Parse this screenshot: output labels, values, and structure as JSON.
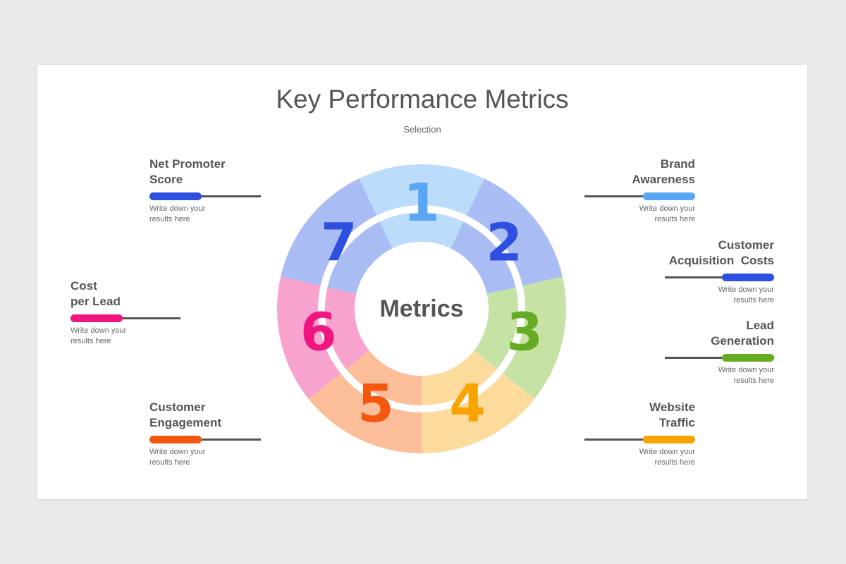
{
  "title": "Key Performance Metrics",
  "subtitle": "Selection",
  "center_label": "Metrics",
  "segments": [
    {
      "number": "1",
      "color": "#5aa5f5",
      "fill": "#bcdcfb",
      "label_lines": [
        "Brand",
        "Awareness"
      ],
      "desc_lines": [
        "Write down your",
        "results here"
      ]
    },
    {
      "number": "2",
      "color": "#2e4fe0",
      "fill": "#aabcf4",
      "label_lines": [
        "Customer",
        "Acquisition  Costs"
      ],
      "desc_lines": [
        "Write down your",
        "results here"
      ]
    },
    {
      "number": "3",
      "color": "#66ac22",
      "fill": "#c6e2a5",
      "label_lines": [
        "Lead",
        "Generation"
      ],
      "desc_lines": [
        "Write down your",
        "results here"
      ]
    },
    {
      "number": "4",
      "color": "#f8a300",
      "fill": "#fcdb9d",
      "label_lines": [
        "Website",
        "Traffic"
      ],
      "desc_lines": [
        "Write down your",
        "results here"
      ]
    },
    {
      "number": "5",
      "color": "#f5570f",
      "fill": "#fcbd99",
      "label_lines": [
        "Customer",
        "Engagement"
      ],
      "desc_lines": [
        "Write down your",
        "results here"
      ]
    },
    {
      "number": "6",
      "color": "#f0157f",
      "fill": "#f7a3cd",
      "label_lines": [
        "Cost",
        "per Lead"
      ],
      "desc_lines": [
        "Write down your",
        "results here"
      ]
    },
    {
      "number": "7",
      "color": "#2e4fe0",
      "fill": "#aabcf4",
      "label_lines": [
        "Net Promoter",
        "Score"
      ],
      "desc_lines": [
        "Write down your",
        "results here"
      ]
    }
  ]
}
